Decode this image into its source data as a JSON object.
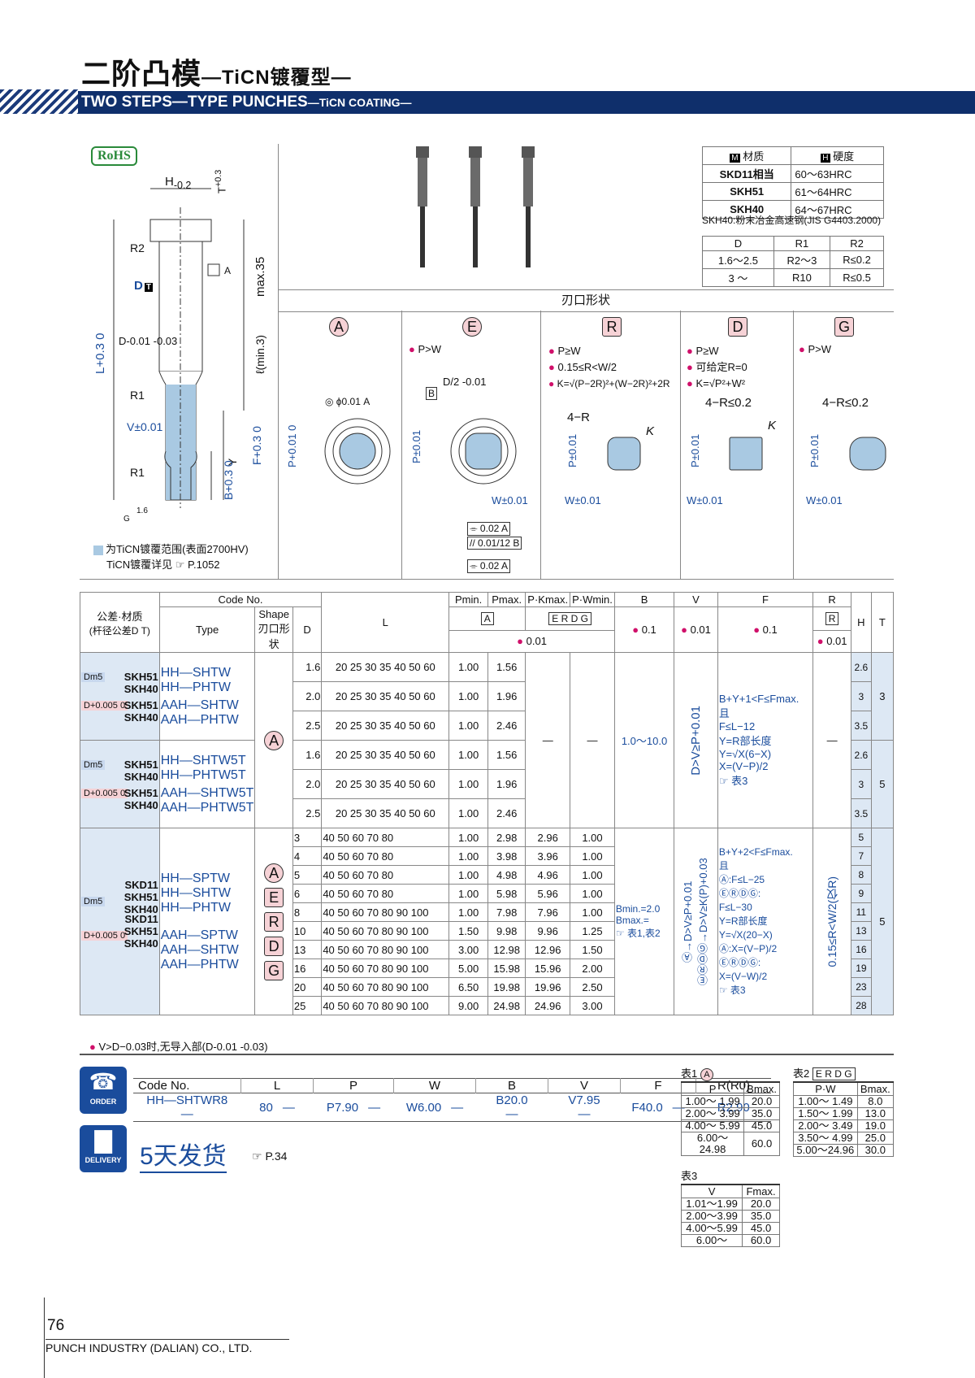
{
  "title": {
    "main": "二阶凸模",
    "sub": "—TiCN镀覆型—"
  },
  "banner": {
    "main": "TWO STEPS—TYPE PUNCHES",
    "sub": "—TiCN COATING—"
  },
  "rohs": "RoHS",
  "drawing": {
    "h_label": "H",
    "h_tol": "-0.2",
    "t_label": "T",
    "t_tol": "+0.3",
    "a_label": "A",
    "max": "max.35",
    "r2": "R2",
    "dt": "D",
    "dt_mark": "T",
    "d_tol": "D-0.01 -0.03",
    "l_min": "ℓ(min.3)",
    "l_tol": "L+0.3 0",
    "r1": "R1",
    "v": "V±0.01",
    "f": "F+0.3 0",
    "y": "Y",
    "b": "B+0.3 0",
    "r1b": "R1",
    "g": "G",
    "g16": "1.6",
    "legend1": "为TiCN镀覆范围(表面2700HV)",
    "legend2": "TiCN镀覆详见 ☞ P.1052"
  },
  "material_table": {
    "headers": [
      "材质",
      "硬度"
    ],
    "header_marks": [
      "M",
      "H"
    ],
    "rows": [
      [
        "SKD11相当",
        "60～63HRC"
      ],
      [
        "SKH51",
        "61～64HRC"
      ],
      [
        "SKH40",
        "64～67HRC"
      ]
    ],
    "note": "SKH40:粉末冶金高速钢(JIS G4403.2000)"
  },
  "radius_table": {
    "headers": [
      "D",
      "R1",
      "R2"
    ],
    "rows": [
      [
        "1.6～2.5",
        "R2～3",
        "R≤0.2"
      ],
      [
        "3 ～",
        "R10",
        "R≤0.5"
      ]
    ]
  },
  "shapes": {
    "heading": "刃口形状",
    "items": [
      {
        "letter": "A",
        "notes": [
          "P>W"
        ],
        "dim1": "◎ ϕ0.01 A",
        "p": "P+0.01 0"
      },
      {
        "letter": "E",
        "notes": [
          "P>W"
        ],
        "dim1": "D/2 -0.01",
        "b": "B",
        "p": "P±0.01",
        "w": "W±0.01",
        "tol1": "⌯ 0.02 A",
        "tol2": "// 0.01/12 B",
        "tol3": "⌯ 0.02 A"
      },
      {
        "letter": "R",
        "notes": [
          "P≥W",
          "0.15≤R<W/2",
          "K=√(P−2R)²+(W−2R)²+2R"
        ],
        "rlabel": "4−R",
        "k": "K",
        "p": "P±0.01",
        "w": "W±0.01"
      },
      {
        "letter": "D",
        "notes": [
          "P≥W",
          "可给定R=0",
          "K=√P²+W²"
        ],
        "rlabel": "4−R≤0.2",
        "k": "K",
        "p": "P±0.01",
        "w": "W±0.01"
      },
      {
        "letter": "G",
        "notes": [
          "P>W"
        ],
        "rlabel": "4−R≤0.2",
        "p": "P±0.01",
        "w": "W±0.01"
      }
    ]
  },
  "main_table": {
    "h_tol": "公差·材质",
    "h_tol2": "(杆径公差D T)",
    "h_code": "Code No.",
    "h_type": "Type",
    "h_shape": "Shape",
    "h_shape2": "刃口形状",
    "h_d": "D",
    "h_l": "L",
    "h_pmin": "Pmin.",
    "h_pmax": "Pmax.",
    "h_pk": "P·Kmax.",
    "h_pw": "P·Wmin.",
    "h_b": "B",
    "h_v": "V",
    "h_f": "F",
    "h_r": "R",
    "h_h": "H",
    "h_t": "T",
    "h_a": "A",
    "h_erdg": "E R D G",
    "h_r2": "R",
    "u1": "0.01",
    "u_b": "0.1",
    "u_v": "0.01",
    "u_f": "0.1",
    "u_r": "0.01",
    "group1": {
      "tol_rows": [
        {
          "tol": "Dm5",
          "mats": [
            "SKH51",
            "SKH40"
          ],
          "types": [
            "HH—SHTW",
            "HH—PHTW"
          ]
        },
        {
          "tol": "D+0.005 0",
          "mats": [
            "SKH51",
            "SKH40"
          ],
          "types": [
            "AAH—SHTW",
            "AAH—PHTW"
          ]
        },
        {
          "tol": "Dm5",
          "mats": [
            "SKH51",
            "SKH40"
          ],
          "types": [
            "HH—SHTW5T",
            "HH—PHTW5T"
          ]
        },
        {
          "tol": "D+0.005 0",
          "mats": [
            "SKH51",
            "SKH40"
          ],
          "types": [
            "AAH—SHTW5T",
            "AAH—PHTW5T"
          ]
        }
      ],
      "shape": "A",
      "rows": [
        {
          "d": "1.6",
          "l": "20 25 30 35 40 50 60",
          "pmin": "1.00",
          "pmax": "1.56",
          "h": "2.6"
        },
        {
          "d": "2.0",
          "l": "20 25 30 35 40 50 60",
          "pmin": "1.00",
          "pmax": "1.96",
          "h": "3"
        },
        {
          "d": "2.5",
          "l": "20 25 30 35 40 50 60",
          "pmin": "1.00",
          "pmax": "2.46",
          "h": "3.5"
        },
        {
          "d": "1.6",
          "l": "20 25 30 35 40 50 60",
          "pmin": "1.00",
          "pmax": "1.56",
          "h": "2.6"
        },
        {
          "d": "2.0",
          "l": "20 25 30 35 40 50 60",
          "pmin": "1.00",
          "pmax": "1.96",
          "h": "3"
        },
        {
          "d": "2.5",
          "l": "20 25 30 35 40 50 60",
          "pmin": "1.00",
          "pmax": "2.46",
          "h": "3.5"
        }
      ],
      "pk": "—",
      "pw": "—",
      "b": "1.0～10.0",
      "v": "D>V≥P+0.01",
      "f": [
        "B+Y+1<F≤Fmax.",
        "且",
        "F≤L−12",
        "Y=R部长度",
        "Y=√X(6−X)",
        "X=(V−P)/2",
        "☞ 表3"
      ],
      "r": "—",
      "t1": "3",
      "t2": "5"
    },
    "group2": {
      "tols": [
        "Dm5",
        "D+0.005 0"
      ],
      "mats1": [
        "SKD11",
        "SKH51",
        "SKH40"
      ],
      "types1": [
        "HH—SPTW",
        "HH—SHTW",
        "HH—PHTW"
      ],
      "mats2": [
        "SKD11",
        "SKH51",
        "SKH40"
      ],
      "types2": [
        "AAH—SPTW",
        "AAH—SHTW",
        "AAH—PHTW"
      ],
      "shapes": [
        "A",
        "E",
        "R",
        "D",
        "G"
      ],
      "rows": [
        {
          "d": "3",
          "l": "40 50 60 70 80",
          "pmin": "1.00",
          "pmax": "2.98",
          "pk": "2.96",
          "pw": "1.00",
          "h": "5"
        },
        {
          "d": "4",
          "l": "40 50 60 70 80",
          "pmin": "1.00",
          "pmax": "3.98",
          "pk": "3.96",
          "pw": "1.00",
          "h": "7"
        },
        {
          "d": "5",
          "l": "40 50 60 70 80",
          "pmin": "1.00",
          "pmax": "4.98",
          "pk": "4.96",
          "pw": "1.00",
          "h": "8"
        },
        {
          "d": "6",
          "l": "40 50 60 70 80",
          "pmin": "1.00",
          "pmax": "5.98",
          "pk": "5.96",
          "pw": "1.00",
          "h": "9"
        },
        {
          "d": "8",
          "l": "40 50 60 70 80 90 100",
          "pmin": "1.00",
          "pmax": "7.98",
          "pk": "7.96",
          "pw": "1.00",
          "h": "11"
        },
        {
          "d": "10",
          "l": "40 50 60 70 80 90 100",
          "pmin": "1.50",
          "pmax": "9.98",
          "pk": "9.96",
          "pw": "1.25",
          "h": "13"
        },
        {
          "d": "13",
          "l": "40 50 60 70 80 90 100",
          "pmin": "3.00",
          "pmax": "12.98",
          "pk": "12.96",
          "pw": "1.50",
          "h": "16"
        },
        {
          "d": "16",
          "l": "40 50 60 70 80 90 100",
          "pmin": "5.00",
          "pmax": "15.98",
          "pk": "15.96",
          "pw": "2.00",
          "h": "19"
        },
        {
          "d": "20",
          "l": "40 50 60 70 80 90 100",
          "pmin": "6.50",
          "pmax": "19.98",
          "pk": "19.96",
          "pw": "2.50",
          "h": "23"
        },
        {
          "d": "25",
          "l": "40 50 60 70 80 90 100",
          "pmin": "9.00",
          "pmax": "24.98",
          "pk": "24.96",
          "pw": "3.00",
          "h": "28"
        }
      ],
      "b": [
        "Bmin.=2.0",
        "Bmax.=",
        "☞ 表1,表2"
      ],
      "v": "Ⓐ→D>V≥P+0.01  ⒺⓇⒹⒼ→D>V≥K(P)+0.03",
      "f": [
        "B+Y+2<F≤Fmax.",
        "且",
        "Ⓐ:F≤L−25",
        "ⒺⓇⒹⒼ:",
        "F≤L−30",
        "Y=R部长度",
        "Y=√X(20−X)",
        "Ⓐ:X=(V−P)/2",
        "ⒺⓇⒹⒼ:",
        "X=(V−W)/2",
        "☞ 表3"
      ],
      "r": "0.15≤R<W/2(仅R)",
      "t": "5"
    },
    "footnote": "V>D−0.03时,无导入部(D-0.01 -0.03)"
  },
  "order": {
    "icon_label": "ORDER",
    "headers": [
      "Code No.",
      "L",
      "P",
      "W",
      "B",
      "V",
      "F",
      "R(R0)"
    ],
    "values": [
      "HH—SHTWR8",
      "—",
      "80",
      "—",
      "P7.90",
      "—",
      "W6.00",
      "—",
      "B20.0",
      "—",
      "V7.95",
      "—",
      "F40.0",
      "—",
      "R2.90"
    ]
  },
  "delivery": {
    "icon_label": "DELIVERY",
    "text": "5天发货",
    "ref": "☞ P.34"
  },
  "table1": {
    "title": "表1",
    "mark": "A",
    "headers": [
      "P",
      "Bmax."
    ],
    "rows": [
      [
        "1.00～ 1.99",
        "20.0"
      ],
      [
        "2.00～ 3.99",
        "35.0"
      ],
      [
        "4.00～ 5.99",
        "45.0"
      ],
      [
        "6.00～24.98",
        "60.0"
      ]
    ]
  },
  "table2": {
    "title": "表2",
    "mark": "E R D G",
    "headers": [
      "P·W",
      "Bmax."
    ],
    "rows": [
      [
        "1.00～ 1.49",
        "8.0"
      ],
      [
        "1.50～ 1.99",
        "13.0"
      ],
      [
        "2.00～ 3.49",
        "19.0"
      ],
      [
        "3.50～ 4.99",
        "25.0"
      ],
      [
        "5.00～24.96",
        "30.0"
      ]
    ]
  },
  "table3": {
    "title": "表3",
    "headers": [
      "V",
      "Fmax."
    ],
    "rows": [
      [
        "1.01～1.99",
        "20.0"
      ],
      [
        "2.00～3.99",
        "35.0"
      ],
      [
        "4.00～5.99",
        "45.0"
      ],
      [
        "6.00～",
        "60.0"
      ]
    ]
  },
  "footer": {
    "page": "76",
    "company": "PUNCH INDUSTRY (DALIAN) CO., LTD."
  }
}
